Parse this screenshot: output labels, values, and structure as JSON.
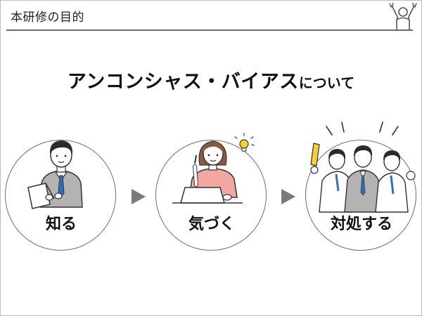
{
  "header": {
    "title": "本研修の目的"
  },
  "slide": {
    "title_main": "アンコンシャス・バイアス",
    "title_suffix": "について"
  },
  "steps": [
    {
      "label": "知る",
      "icon": "man-with-laptop-icon"
    },
    {
      "label": "気づく",
      "icon": "woman-with-lightbulb-icon"
    },
    {
      "label": "対処する",
      "icon": "team-cheering-icon"
    }
  ],
  "colors": {
    "line": "#6b6b6b",
    "arrow": "#7a7a7a",
    "tie": "#2f6fb5",
    "suit": "#b3b3b3",
    "pink_sweater": "#f2a7a1",
    "yellow_accent": "#f3cf3a"
  }
}
